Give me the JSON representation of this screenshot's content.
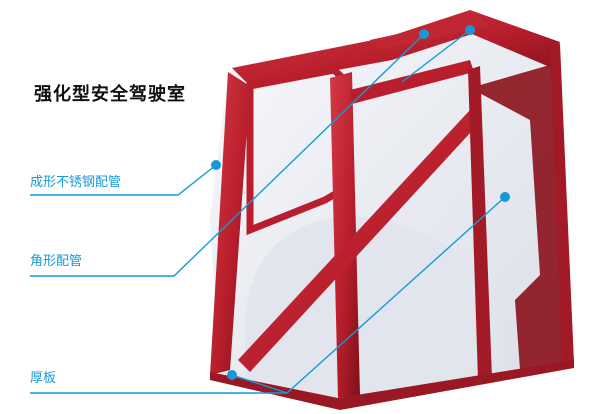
{
  "title": "强化型安全驾驶室",
  "callouts": [
    "成形不锈钢配管",
    "角形配管",
    "厚板"
  ],
  "colors": {
    "accent": "#139ad7",
    "frame": "#b91e2c",
    "frame_dark": "#7e1119",
    "glass": "#eceef4",
    "title": "#111111"
  }
}
